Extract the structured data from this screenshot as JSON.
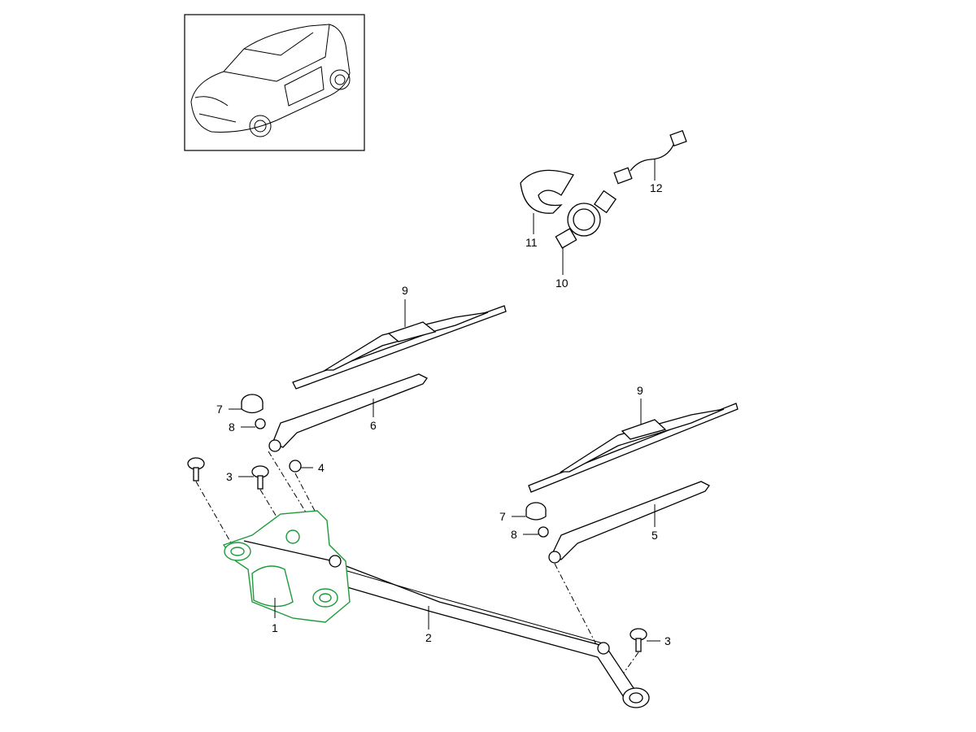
{
  "diagram": {
    "callouts": {
      "motor": "1",
      "linkage": "2",
      "screw_left": "3",
      "screw_right": "3",
      "nut": "4",
      "arm_right": "5",
      "arm_left": "6",
      "cap_left": "7",
      "cap_right": "7",
      "nut_left": "8",
      "nut_right": "8",
      "blade_left": "9",
      "blade_right": "9",
      "sensor": "10",
      "sensor_holder": "11",
      "cable": "12"
    },
    "colors": {
      "highlight": "#1f9a3a"
    }
  }
}
